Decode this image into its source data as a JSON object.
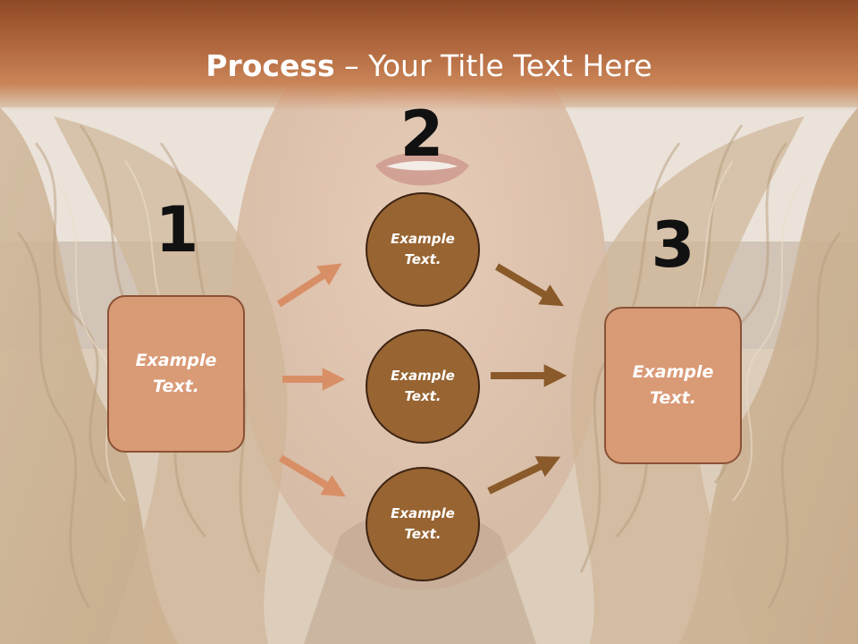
{
  "slide": {
    "title_bold": "Process",
    "title_rest": " – Your Title Text Here"
  },
  "steps": [
    {
      "number": "1"
    },
    {
      "number": "2"
    },
    {
      "number": "3"
    }
  ],
  "left_box": {
    "text": "Example Text."
  },
  "right_box": {
    "text": "Example Text."
  },
  "circles": [
    {
      "text": "Example Text."
    },
    {
      "text": "Example Text."
    },
    {
      "text": "Example Text."
    }
  ],
  "colors": {
    "title_bar": "#b36a40",
    "box_fill": "#d99a76",
    "box_border": "#8a5236",
    "circle_fill": "#976432",
    "circle_border": "#3d2312",
    "arrow_light": "#d98f66",
    "arrow_dark": "#8a5a2b"
  }
}
